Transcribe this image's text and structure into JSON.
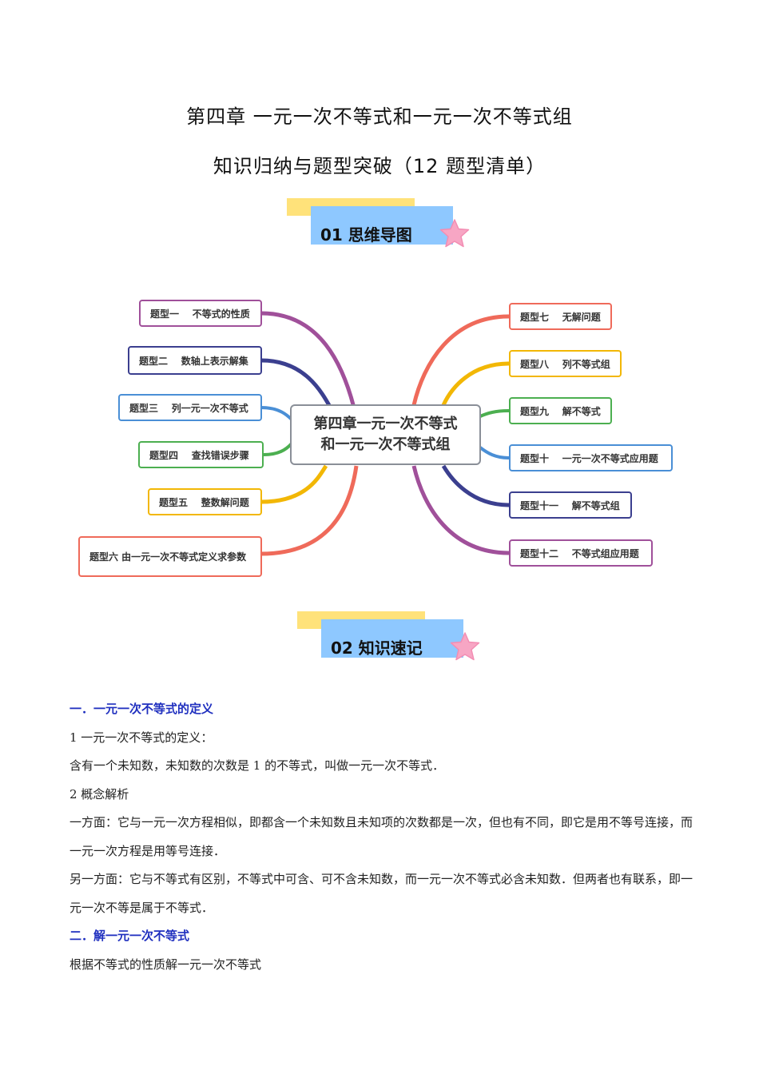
{
  "header": {
    "title": "第四章  一元一次不等式和一元一次不等式组",
    "subtitle": "知识归纳与题型突破（12 题型清单）"
  },
  "section1": {
    "label": "01    思维导图"
  },
  "section2": {
    "label": "02    知识速记"
  },
  "mindmap": {
    "center_line1": "第四章一元一次不等式",
    "center_line2": "和一元一次不等式组",
    "left": [
      {
        "label": "题型一    不等式的性质",
        "color": "#a0509a"
      },
      {
        "label": "题型二    数轴上表示解集",
        "color": "#3b3f8f"
      },
      {
        "label": "题型三    列一元一次不等式",
        "color": "#4a8fd6"
      },
      {
        "label": "题型四    查找错误步骤",
        "color": "#4caf50"
      },
      {
        "label": "题型五    整数解问题",
        "color": "#f2b705"
      },
      {
        "label": "题型六    由一元一次不等式定义求参数",
        "color": "#ef6a5a"
      }
    ],
    "right": [
      {
        "label": "题型七    无解问题",
        "color": "#ef6a5a"
      },
      {
        "label": "题型八    列不等式组",
        "color": "#f2b705"
      },
      {
        "label": "题型九    解不等式",
        "color": "#4caf50"
      },
      {
        "label": "题型十    一元一次不等式应用题",
        "color": "#4a8fd6"
      },
      {
        "label": "题型十一    解不等式组",
        "color": "#3b3f8f"
      },
      {
        "label": "题型十二    不等式组应用题",
        "color": "#a0509a"
      }
    ]
  },
  "content": {
    "h1": "一．一元一次不等式的定义",
    "p1": "1  一元一次不等式的定义：",
    "p2": "含有一个未知数，未知数的次数是 1 的不等式，叫做一元一次不等式．",
    "p3": "2  概念解析",
    "p4": "一方面：它与一元一次方程相似，即都含一个未知数且未知项的次数都是一次，但也有不同，即它是用不等号连接，而一元一次方程是用等号连接．",
    "p5": "另一方面：它与不等式有区别，不等式中可含、可不含未知数，而一元一次不等式必含未知数．但两者也有联系，即一元一次不等是属于不等式．",
    "h2": "二．解一元一次不等式",
    "p6": "根据不等式的性质解一元一次不等式"
  }
}
